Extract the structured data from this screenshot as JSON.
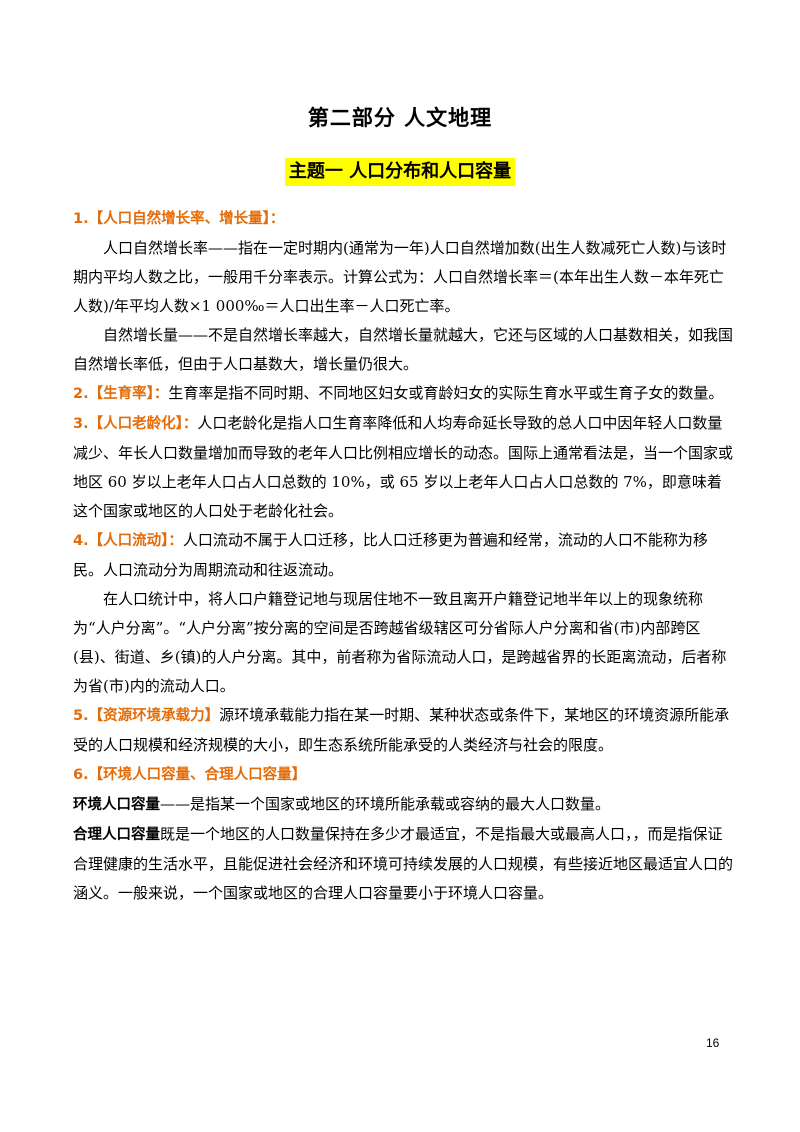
{
  "title": "第二部分  人文地理",
  "subtitle": "主题一  人口分布和人口容量",
  "sections": {
    "s1": {
      "head": "1.【人口自然增长率、增长量】：",
      "p1": "人口自然增长率——指在一定时期内(通常为一年)人口自然增加数(出生人数减死亡人数)与该时期内平均人数之比，一般用千分率表示。计算公式为：人口自然增长率＝(本年出生人数－本年死亡人数)/年平均人数×1 000‰＝人口出生率－人口死亡率。",
      "p2": "自然增长量——不是自然增长率越大，自然增长量就越大，它还与区域的人口基数相关，如我国自然增长率低，但由于人口基数大，增长量仍很大。"
    },
    "s2": {
      "head": "2.【生育率】：",
      "text": "生育率是指不同时期、不同地区妇女或育龄妇女的实际生育水平或生育子女的数量。"
    },
    "s3": {
      "head": "3.【人口老龄化】：",
      "text": "人口老龄化是指人口生育率降低和人均寿命延长导致的总人口中因年轻人口数量减少、年长人口数量增加而导致的老年人口比例相应增长的动态。国际上通常看法是，当一个国家或地区 60 岁以上老年人口占人口总数的 10%，或 65 岁以上老年人口占人口总数的 7%，即意味着这个国家或地区的人口处于老龄化社会。"
    },
    "s4": {
      "head": "4.【人口流动】：",
      "text": "人口流动不属于人口迁移，比人口迁移更为普遍和经常，流动的人口不能称为移民。人口流动分为周期流动和往返流动。",
      "p2": "在人口统计中，将人口户籍登记地与现居住地不一致且离开户籍登记地半年以上的现象统称为“人户分离”。“人户分离”按分离的空间是否跨越省级辖区可分省际人户分离和省(市)内部跨区(县)、街道、乡(镇)的人户分离。其中，前者称为省际流动人口，是跨越省界的长距离流动，后者称为省(市)内的流动人口。"
    },
    "s5": {
      "head": "5.【资源环境承载力】",
      "text": "源环境承载能力指在某一时期、某种状态或条件下，某地区的环境资源所能承受的人口规模和经济规模的大小，即生态系统所能承受的人类经济与社会的限度。"
    },
    "s6": {
      "head": "6.【环境人口容量、合理人口容量】",
      "env_term": "环境人口容量",
      "env_text": "——是指某一个国家或地区的环境所能承载或容纳的最大人口数量。",
      "rat_term": "合理人口容量",
      "rat_text": "既是一个地区的人口数量保持在多少才最适宜，不是指最大或最高人口，，而是指保证合理健康的生活水平，且能促进社会经济和环境可持续发展的人口规模，有些接近地区最适宜人口的涵义。一般来说，一个国家或地区的合理人口容量要小于环境人口容量。"
    }
  },
  "page_number": "16"
}
